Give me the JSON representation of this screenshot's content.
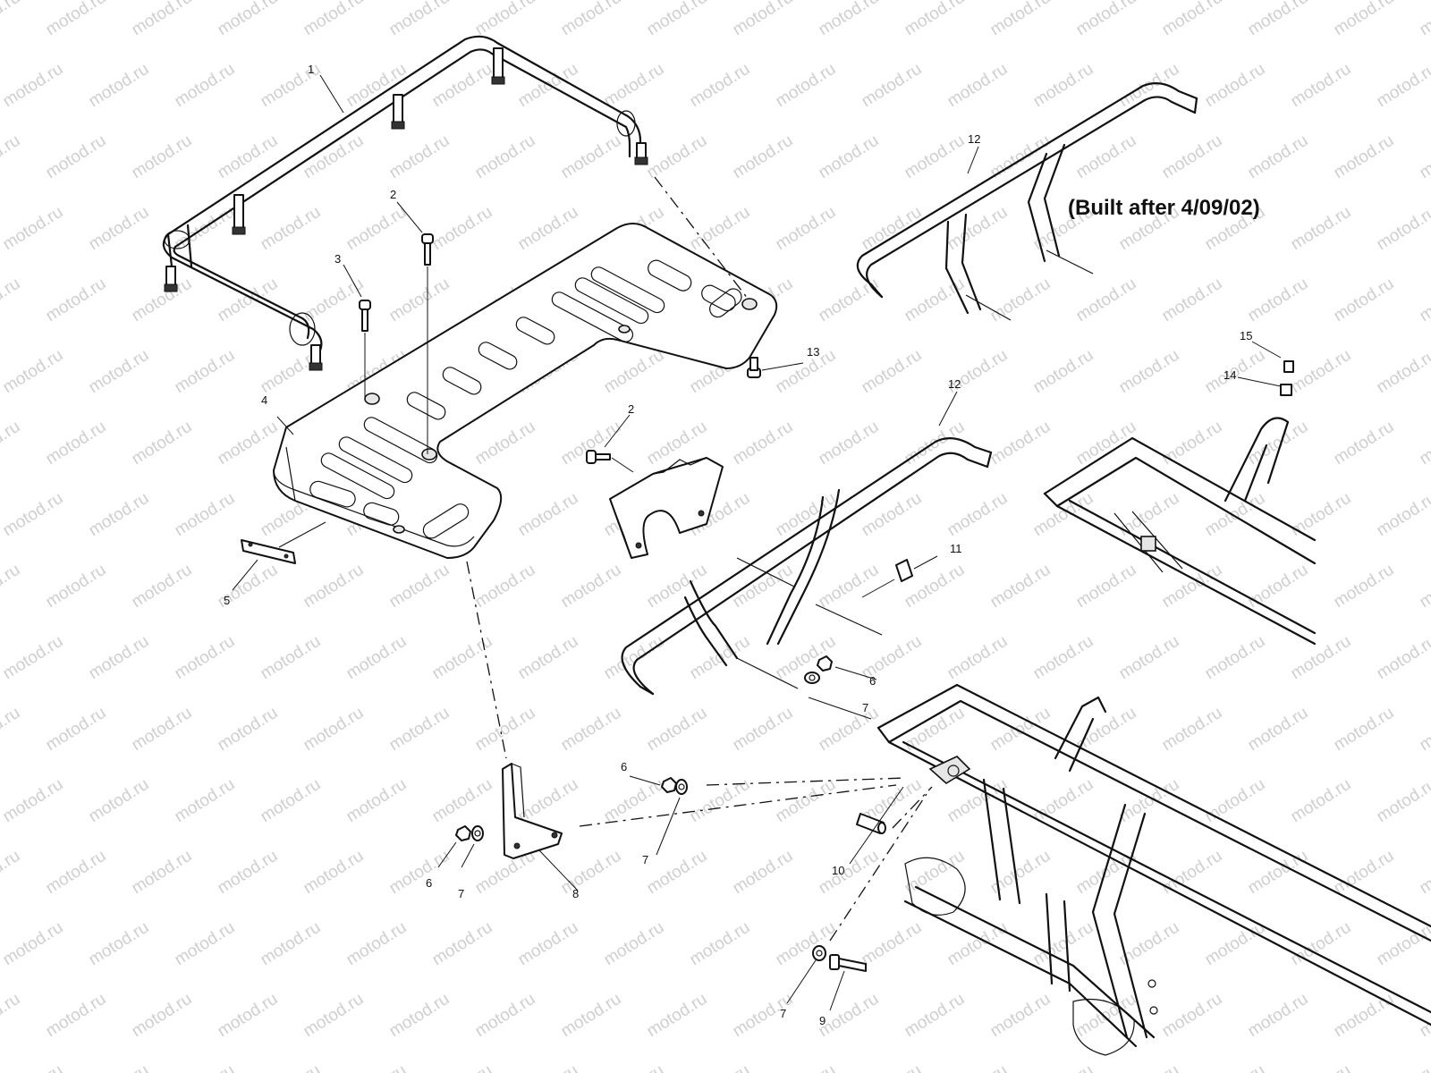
{
  "diagram": {
    "note": "(Built after 4/09/02)",
    "watermark": "motod.ru",
    "callouts": [
      "1",
      "2",
      "3",
      "4",
      "5",
      "2",
      "6",
      "7",
      "6",
      "7",
      "8",
      "6",
      "7",
      "10",
      "7",
      "9",
      "11",
      "12",
      "12",
      "13",
      "14",
      "15"
    ]
  }
}
